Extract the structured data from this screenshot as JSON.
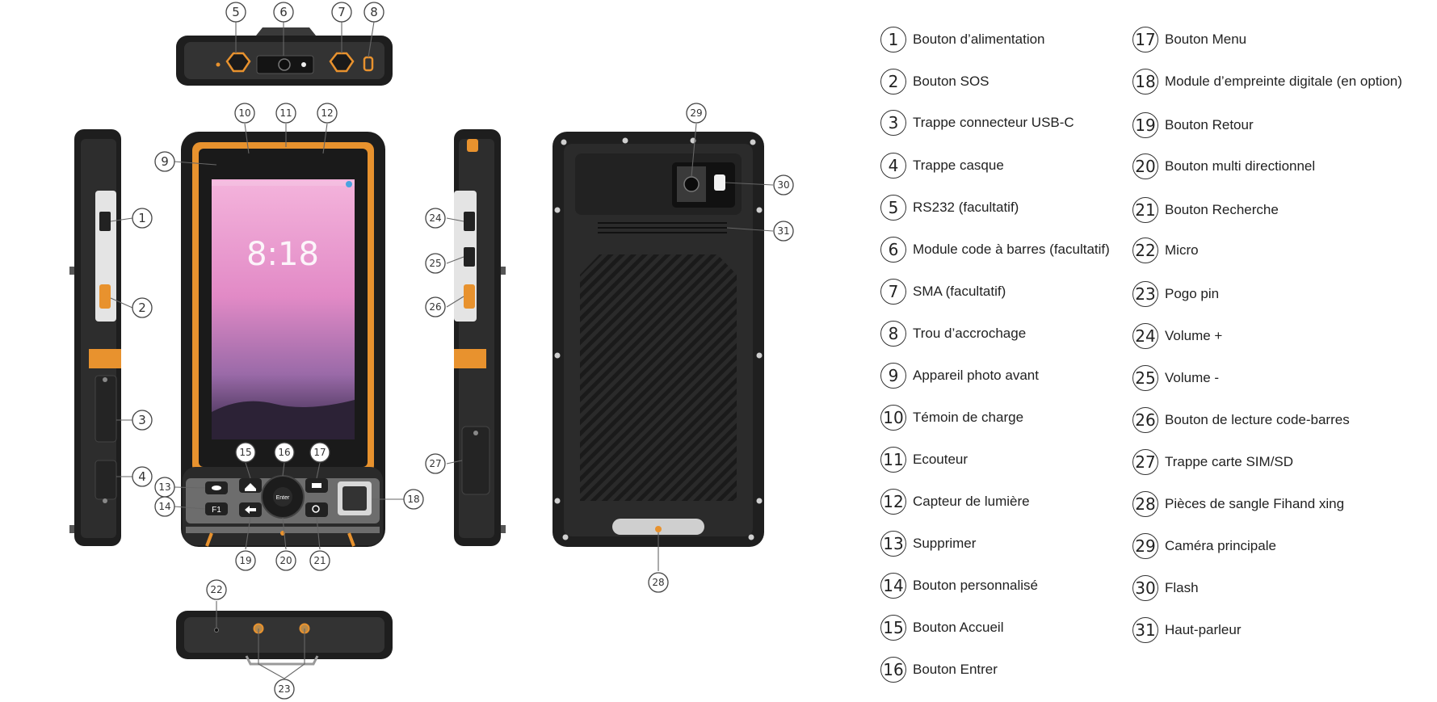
{
  "legend": [
    {
      "num": "1",
      "label": "Bouton d’alimentation"
    },
    {
      "num": "2",
      "label": "Bouton SOS"
    },
    {
      "num": "3",
      "label": "Trappe connecteur USB-C"
    },
    {
      "num": "4",
      "label": "Trappe casque"
    },
    {
      "num": "5",
      "label": "RS232 (facultatif)"
    },
    {
      "num": "6",
      "label": "Module  code à barres  (facultatif)"
    },
    {
      "num": "7",
      "label": "SMA (facultatif)"
    },
    {
      "num": "8",
      "label": "Trou d’accrochage"
    },
    {
      "num": "9",
      "label": "Appareil photo avant"
    },
    {
      "num": "10",
      "label": "Témoin de charge"
    },
    {
      "num": "11",
      "label": "Ecouteur"
    },
    {
      "num": "12",
      "label": "Capteur de lumière"
    },
    {
      "num": "13",
      "label": "Supprimer"
    },
    {
      "num": "14",
      "label": "Bouton personnalisé"
    },
    {
      "num": "15",
      "label": "Bouton Accueil"
    },
    {
      "num": "16",
      "label": "Bouton Entrer"
    },
    {
      "num": "17",
      "label": "Bouton Menu"
    },
    {
      "num": "18",
      "label": "Module d’empreinte digitale (en option)"
    },
    {
      "num": "19",
      "label": "Bouton Retour"
    },
    {
      "num": "20",
      "label": "Bouton multi directionnel"
    },
    {
      "num": "21",
      "label": "Bouton Recherche"
    },
    {
      "num": "22",
      "label": "Micro"
    },
    {
      "num": "23",
      "label": "Pogo pin"
    },
    {
      "num": "24",
      "label": "Volume +"
    },
    {
      "num": "25",
      "label": "Volume -"
    },
    {
      "num": "26",
      "label": "Bouton de lecture code-barres"
    },
    {
      "num": "27",
      "label": "Trappe carte SIM/SD"
    },
    {
      "num": "28",
      "label": "Pièces de sangle Fihand xing"
    },
    {
      "num": "29",
      "label": "Caméra principale"
    },
    {
      "num": "30",
      "label": "Flash"
    },
    {
      "num": "31",
      "label": "Haut-parleur"
    }
  ],
  "screen": {
    "clock": "8:18",
    "keys": {
      "f1": "F1",
      "enter": "Enter"
    }
  },
  "colors": {
    "body": "#2b2b2b",
    "rubber": "#1c1c1c",
    "accent": "#e8922e",
    "panel": "#6d6d6d",
    "screen_top": "#f2a9d8",
    "screen_bottom": "#3b2b4d"
  }
}
